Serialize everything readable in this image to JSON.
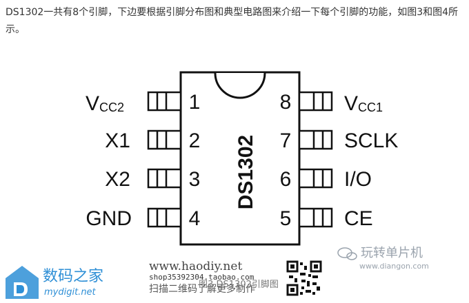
{
  "article": {
    "paragraph": "DS1302一共有8个引脚，下边要根据引脚分布图和典型电路图来介绍一下每个引脚的功能，如图3和图4所示。"
  },
  "chip": {
    "name": "DS1302",
    "left_pins": [
      {
        "number": "1",
        "label_main": "V",
        "label_sub": "CC2"
      },
      {
        "number": "2",
        "label_main": "X1",
        "label_sub": ""
      },
      {
        "number": "3",
        "label_main": "X2",
        "label_sub": ""
      },
      {
        "number": "4",
        "label_main": "GND",
        "label_sub": ""
      }
    ],
    "right_pins": [
      {
        "number": "8",
        "label_main": "V",
        "label_sub": "CC1"
      },
      {
        "number": "7",
        "label_main": "SCLK",
        "label_sub": ""
      },
      {
        "number": "6",
        "label_main": "I/O",
        "label_sub": ""
      },
      {
        "number": "5",
        "label_main": "CE",
        "label_sub": ""
      }
    ]
  },
  "figure": {
    "caption": "图3 DS1302引脚图"
  },
  "watermarks": {
    "diangon_cn": "玩转单片机",
    "diangon_url": "www.diangon.com",
    "haodiy_url": "www.haodiy.net",
    "shop_text": "shop35392304.taobao.com",
    "scan_text": "扫描二维码了解更多制作",
    "site_name": "数码之家",
    "site_url": "mydigit.net"
  },
  "colors": {
    "ink": "#111111",
    "watermark_blue": "#2e8fd6",
    "watermark_gray": "#9aa3ad"
  }
}
